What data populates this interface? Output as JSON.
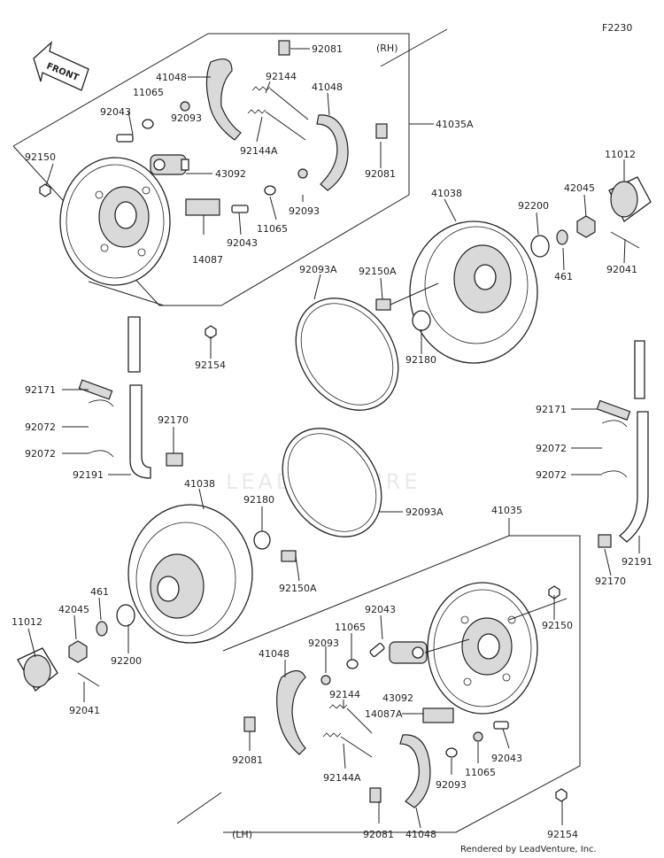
{
  "figure_code": "F2230",
  "front_label": "FRONT",
  "rh_label": "(RH)",
  "lh_label": "(LH)",
  "watermark": "LEADVENTURE",
  "footer": "Rendered by LeadVenture, Inc.",
  "labels": {
    "p92081_rh_top": "92081",
    "p41048_rh_left": "41048",
    "p11065_rh": "11065",
    "p92043_rh": "92043",
    "p92093_rh_left": "92093",
    "p92144_rh": "92144",
    "p41048_rh_right": "41048",
    "p41035a": "41035A",
    "p92144a_rh": "92144A",
    "p92150_rh": "92150",
    "p43092_rh": "43092",
    "p92081_rh_bottom": "92081",
    "p92093_rh_right": "92093",
    "p11065_rh_lower": "11065",
    "p92043_rh_lower": "92043",
    "p14087": "14087",
    "p11012_rh": "11012",
    "p42045_rh": "42045",
    "p41038_rh": "41038",
    "p92200_rh": "92200",
    "p461_rh": "461",
    "p92041_rh": "92041",
    "p92093a_rh": "92093A",
    "p92150a_rh": "92150A",
    "p92180_rh": "92180",
    "p92154_rh": "92154",
    "p92171_l": "92171",
    "p92072_l1": "92072",
    "p92072_l2": "92072",
    "p92170_l": "92170",
    "p92191_l": "92191",
    "p92171_r": "92171",
    "p92072_r1": "92072",
    "p92072_r2": "92072",
    "p41038_lh": "41038",
    "p92180_lh": "92180",
    "p92093a_lh": "92093A",
    "p41035": "41035",
    "p92150a_lh": "92150A",
    "p461_lh": "461",
    "p42045_lh": "42045",
    "p11012_lh": "11012",
    "p92200_lh": "92200",
    "p92041_lh": "92041",
    "p92170_r": "92170",
    "p92191_r": "92191",
    "p92043_lh": "92043",
    "p41048_lh_left": "41048",
    "p92093_lh_top": "92093",
    "p11065_lh_top": "11065",
    "p92150_lh": "92150",
    "p92144_lh": "92144",
    "p43092_lh": "43092",
    "p14087a": "14087A",
    "p92081_lh_left": "92081",
    "p92144a_lh": "92144A",
    "p92043_lh_lower": "92043",
    "p11065_lh_lower": "11065",
    "p92093_lh_lower": "92093",
    "p92081_lh_bottom": "92081",
    "p41048_lh_bottom": "41048",
    "p92154_lh": "92154"
  }
}
